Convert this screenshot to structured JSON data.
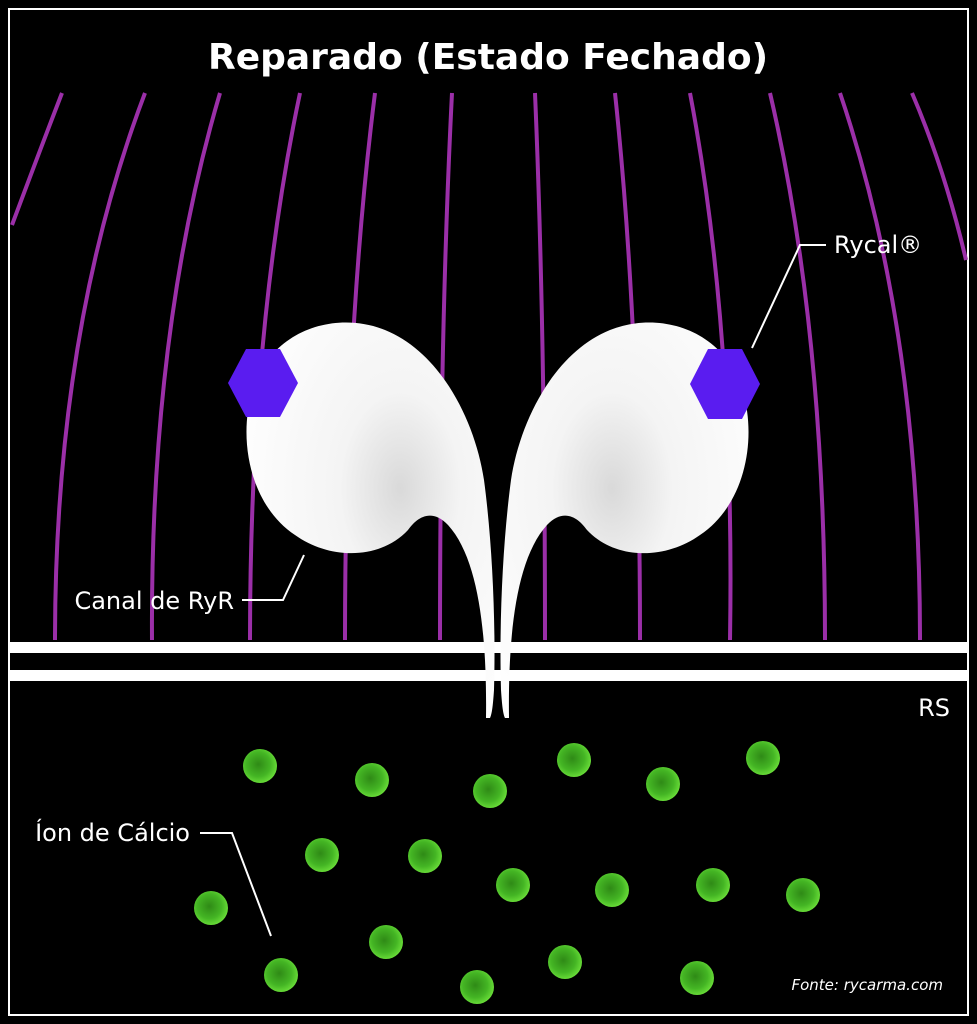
{
  "title": "Reparado (Estado Fechado)",
  "labels": {
    "rycal": "Rycal®",
    "ryr_channel": "Canal de RyR",
    "rs": "RS",
    "calcium_ion": "Íon de Cálcio"
  },
  "source": "Fonte: rycarma.com",
  "colors": {
    "background": "#000000",
    "fibers": "#9b2fa8",
    "channel": "#ffffff",
    "rycal": "#5a1cf0",
    "calcium": "#4fc72a"
  }
}
